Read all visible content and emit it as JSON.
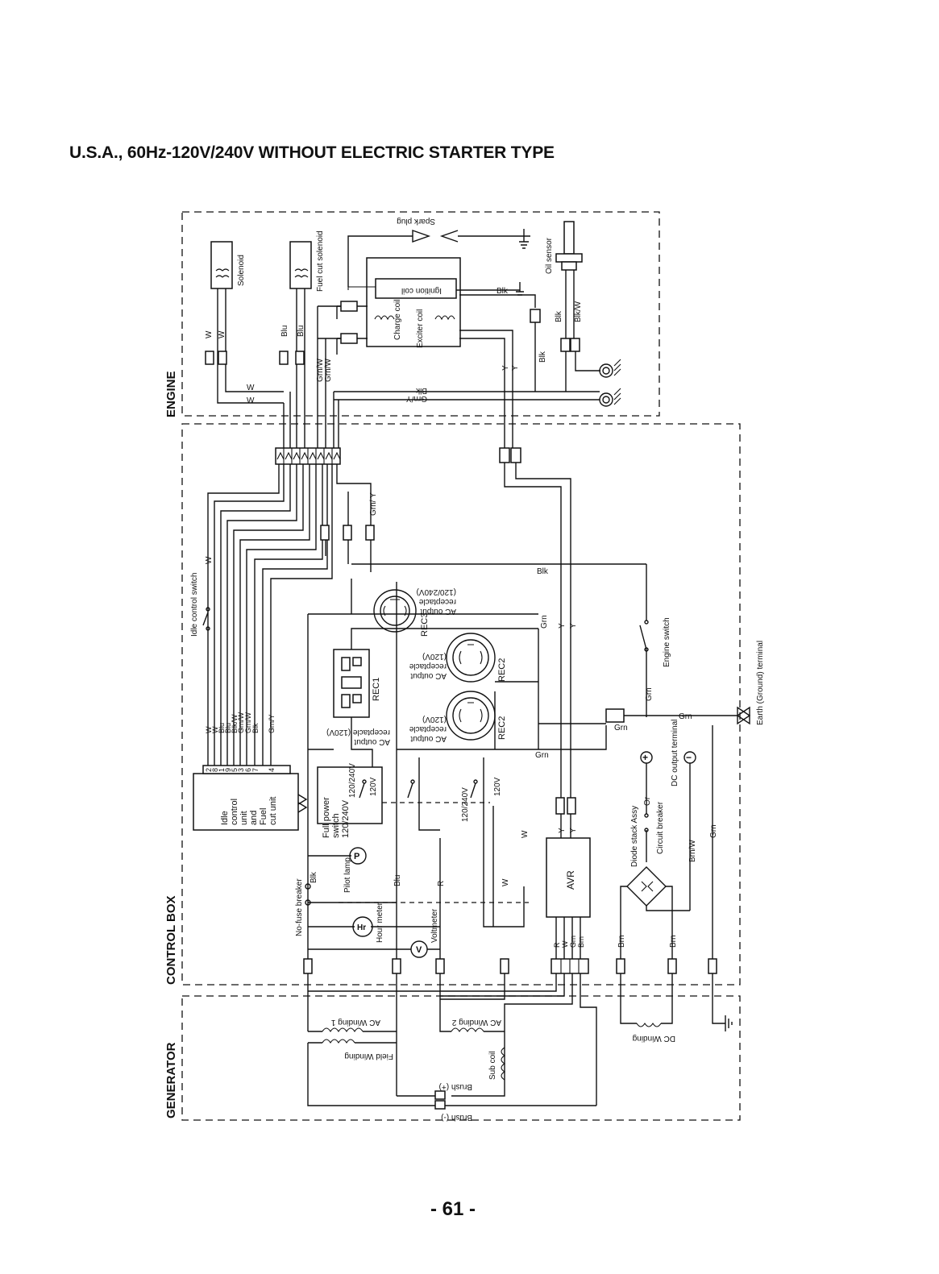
{
  "title": "U.S.A., 60Hz-120V/240V WITHOUT ELECTRIC STARTER TYPE",
  "page_number": "- 61 -",
  "sections": {
    "engine": "ENGINE",
    "control_box": "CONTROL BOX",
    "generator": "GENERATOR"
  },
  "components": {
    "solenoid": "Solenoid",
    "fuel_cut_solenoid": "Fuel cut solenoid",
    "spark_plug": "Spark plug",
    "ignition_coil": "Ignition coil",
    "charge_coil": "Charge coil",
    "exciter_coil": "Exciter coil",
    "oil_sensor": "Oil sensor",
    "idle_control_switch": "Idle control switch",
    "idle_control_unit": [
      "Idle",
      "control",
      "unit",
      "and",
      "Fuel",
      "cut unit"
    ],
    "engine_switch": "Engine switch",
    "earth_terminal": "Earth (Ground) terminal",
    "rec3": "REC3",
    "rec3_label": [
      "AC output",
      "receptacle",
      "(120/240V)"
    ],
    "rec2": "REC2",
    "rec2_label": [
      "AC output",
      "receptacle",
      "(120V)"
    ],
    "rec1": "REC1",
    "rec1_label": [
      "AC output",
      "receptacle (120V)"
    ],
    "full_power_switch": [
      "Full power",
      "switch",
      "120/240V"
    ],
    "pilot_lamp": "Pilot lamp",
    "pilot_lamp_symbol": "P",
    "hour_meter": "Hour meter",
    "hour_meter_symbol": "Hr",
    "voltmeter": "Voltmeter",
    "voltmeter_symbol": "V",
    "no_fuse_breaker": "No-fuse breaker",
    "avr": "AVR",
    "diode_stack": "Diode stack Assy",
    "circuit_breaker": "Circuit breaker",
    "dc_output_terminal": "DC output terminal",
    "ac_winding_1": "AC Winding 1",
    "ac_winding_2": "AC Winding 2",
    "field_winding": "Field Winding",
    "sub_coil": "Sub coil",
    "brush_plus": "Brush (+)",
    "brush_minus": "Brush (-)",
    "dc_winding": "DC Winding"
  },
  "switch_positions": {
    "v120": "120V",
    "v120_240": "120/240V"
  },
  "dc_polarity": {
    "plus": "+",
    "minus": "−"
  },
  "wire_colors": {
    "W": "W",
    "Blu": "Blu",
    "Blk": "Blk",
    "BlkW": "Blk/W",
    "Y": "Y",
    "GrnW": "Grn/W",
    "GrnY": "Grn/Y",
    "GrnYslash": "Grn/ Y",
    "Grn": "Grn",
    "Brn": "Brn",
    "BrnW": "Brn/W",
    "R": "R",
    "Or": "Or"
  },
  "idle_unit_pins": [
    "2",
    "8",
    "1",
    "9",
    "5",
    "3",
    "6",
    "7",
    "4"
  ],
  "idle_unit_pin_wires": [
    "W",
    "W",
    "Blu",
    "Blu",
    "Blk/W",
    "Grn/W",
    "Grn/W",
    "Blk",
    "Grn/Y"
  ],
  "avr_pins": [
    "R",
    "W",
    "Grn",
    "Brn"
  ]
}
